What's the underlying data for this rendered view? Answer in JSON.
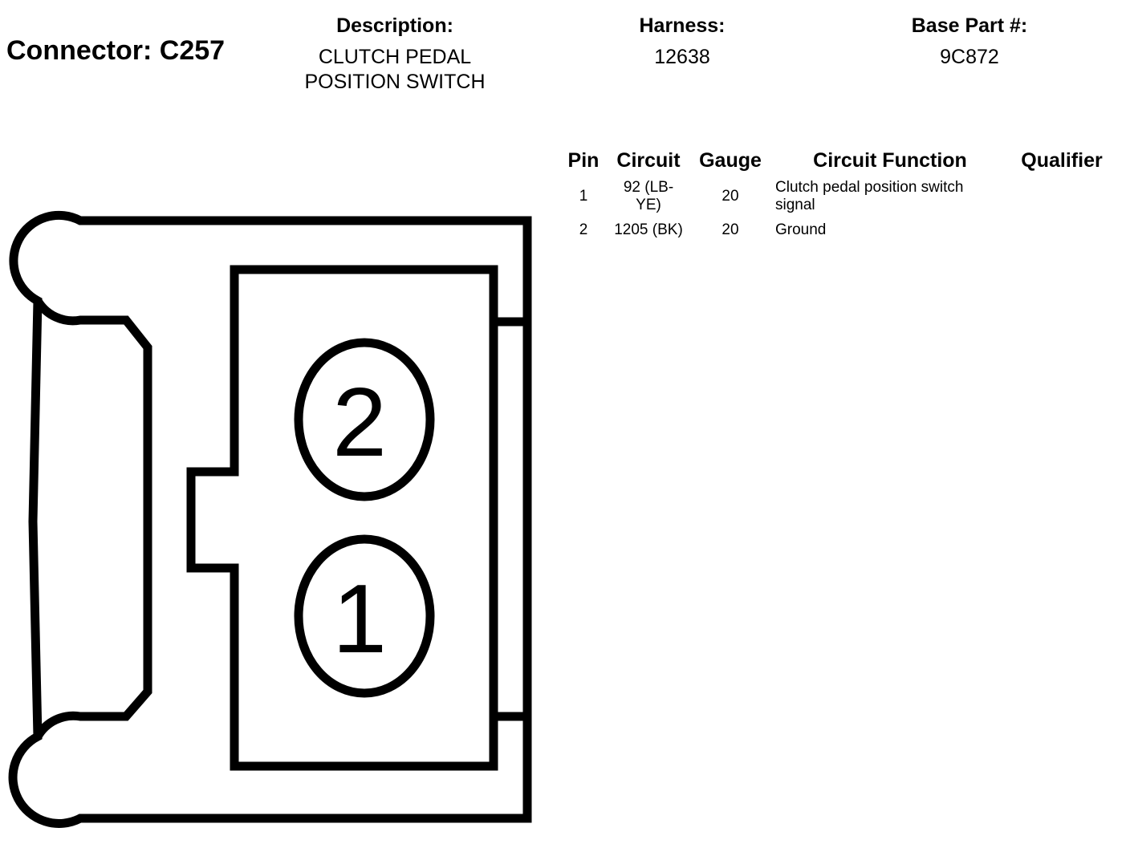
{
  "connector": {
    "title": "Connector: C257"
  },
  "header": {
    "description_label": "Description:",
    "description_value": "CLUTCH PEDAL POSITION SWITCH",
    "harness_label": "Harness:",
    "harness_value": "12638",
    "base_part_label": "Base Part #:",
    "base_part_value": "9C872"
  },
  "pin_table": {
    "columns": [
      "Pin",
      "Circuit",
      "Gauge",
      "Circuit Function",
      "Qualifier"
    ],
    "rows": [
      {
        "pin": "1",
        "circuit": "92 (LB-YE)",
        "gauge": "20",
        "function": "Clutch pedal position switch signal",
        "qualifier": ""
      },
      {
        "pin": "2",
        "circuit": "1205 (BK)",
        "gauge": "20",
        "function": "Ground",
        "qualifier": ""
      }
    ]
  },
  "diagram": {
    "pin_top_label": "2",
    "pin_bottom_label": "1"
  }
}
